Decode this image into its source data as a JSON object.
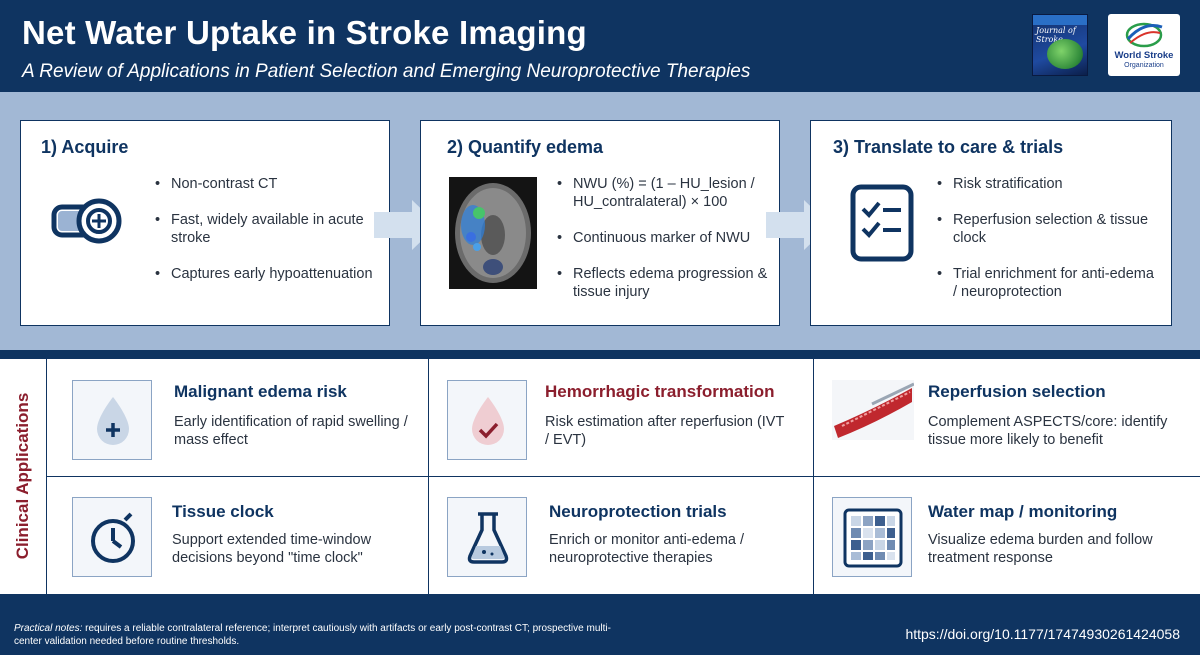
{
  "header": {
    "title": "Net Water Uptake in Stroke Imaging",
    "subtitle": "A Review of Applications in Patient Selection and Emerging Neuroprotective Therapies",
    "journal_cover_text": "Journal of Stroke",
    "logo_line1": "World Stroke",
    "logo_line2": "Organization"
  },
  "steps": [
    {
      "title": "1) Acquire",
      "icon": "ct-scanner-icon",
      "bullets": [
        "Non-contrast CT",
        "Fast, widely available in acute stroke",
        "Captures early hypoattenuation"
      ]
    },
    {
      "title": "2) Quantify edema",
      "icon": "ct-brain-image",
      "bullets": [
        "NWU (%) = (1 – HU_lesion / HU_contralateral) × 100",
        "Continuous marker of NWU",
        "Reflects edema progression & tissue injury"
      ]
    },
    {
      "title": "3) Translate to care & trials",
      "icon": "clipboard-checklist-icon",
      "bullets": [
        "Risk stratification",
        "Reperfusion selection & tissue clock",
        "Trial enrichment for anti-edema / neuroprotection"
      ]
    }
  ],
  "applications": {
    "label": "Clinical Applications",
    "items": [
      {
        "title": "Malignant edema risk",
        "desc": "Early identification of rapid swelling / mass effect",
        "icon": "drop-plus-icon",
        "title_color": "#0f3461"
      },
      {
        "title": "Hemorrhagic transformation",
        "desc": "Risk estimation after reperfusion (IVT / EVT)",
        "icon": "blood-drop-check-icon",
        "title_color": "#8b1e2d"
      },
      {
        "title": "Reperfusion selection",
        "desc": "Complement ASPECTS/core: identify tissue more likely to benefit",
        "icon": "vessel-stent-image",
        "title_color": "#0f3461"
      },
      {
        "title": "Tissue clock",
        "desc": "Support extended time-window decisions beyond \"time clock\"",
        "icon": "stopwatch-icon",
        "title_color": "#0f3461"
      },
      {
        "title": "Neuroprotection trials",
        "desc": "Enrich or monitor anti-edema / neuroprotective therapies",
        "icon": "flask-icon",
        "title_color": "#0f3461"
      },
      {
        "title": "Water map / monitoring",
        "desc": "Visualize edema burden and follow treatment response",
        "icon": "grid-map-icon",
        "title_color": "#0f3461"
      }
    ]
  },
  "footer": {
    "notes_label": "Practical notes:",
    "notes_text": " requires a reliable contralateral reference; interpret cautiously with artifacts or early post-contrast CT; prospective multi-center validation needed before routine thresholds.",
    "doi": "https://doi.org/10.1177/17474930261424058"
  },
  "colors": {
    "navy": "#0f3461",
    "band": "#a2b8d5",
    "accent_red": "#8b1e2d"
  }
}
